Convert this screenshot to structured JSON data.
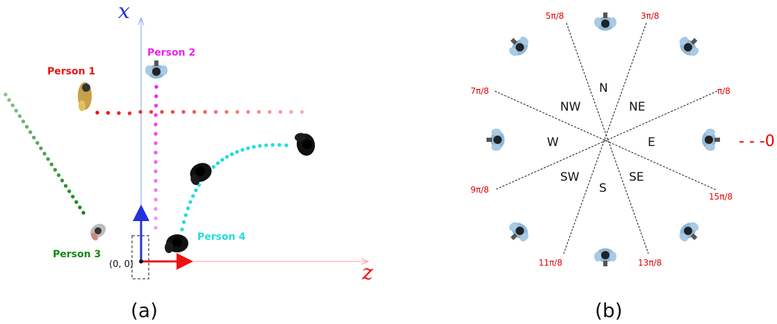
{
  "panel_a": {
    "caption": "(a)",
    "axis_x_label": "x",
    "axis_z_label": "z",
    "origin_label": "(0, 0)",
    "colors": {
      "x_axis": "#2233dd",
      "z_axis": "#ee1111"
    },
    "persons": [
      {
        "label": "Person 1",
        "color": "#ee1111"
      },
      {
        "label": "Person 2",
        "color": "#ee22ee"
      },
      {
        "label": "Person 3",
        "color": "#118811"
      },
      {
        "label": "Person 4",
        "color": "#22dddd"
      }
    ]
  },
  "panel_b": {
    "caption": "(b)",
    "directions": [
      "N",
      "NE",
      "E",
      "SE",
      "S",
      "SW",
      "W",
      "NW"
    ],
    "angle_labels": [
      "3π/8",
      "π/8",
      "15π/8",
      "13π/8",
      "11π/8",
      "9π/8",
      "7π/8",
      "5π/8"
    ],
    "zero_label": "- - -0",
    "angle_color": "#e00000"
  }
}
